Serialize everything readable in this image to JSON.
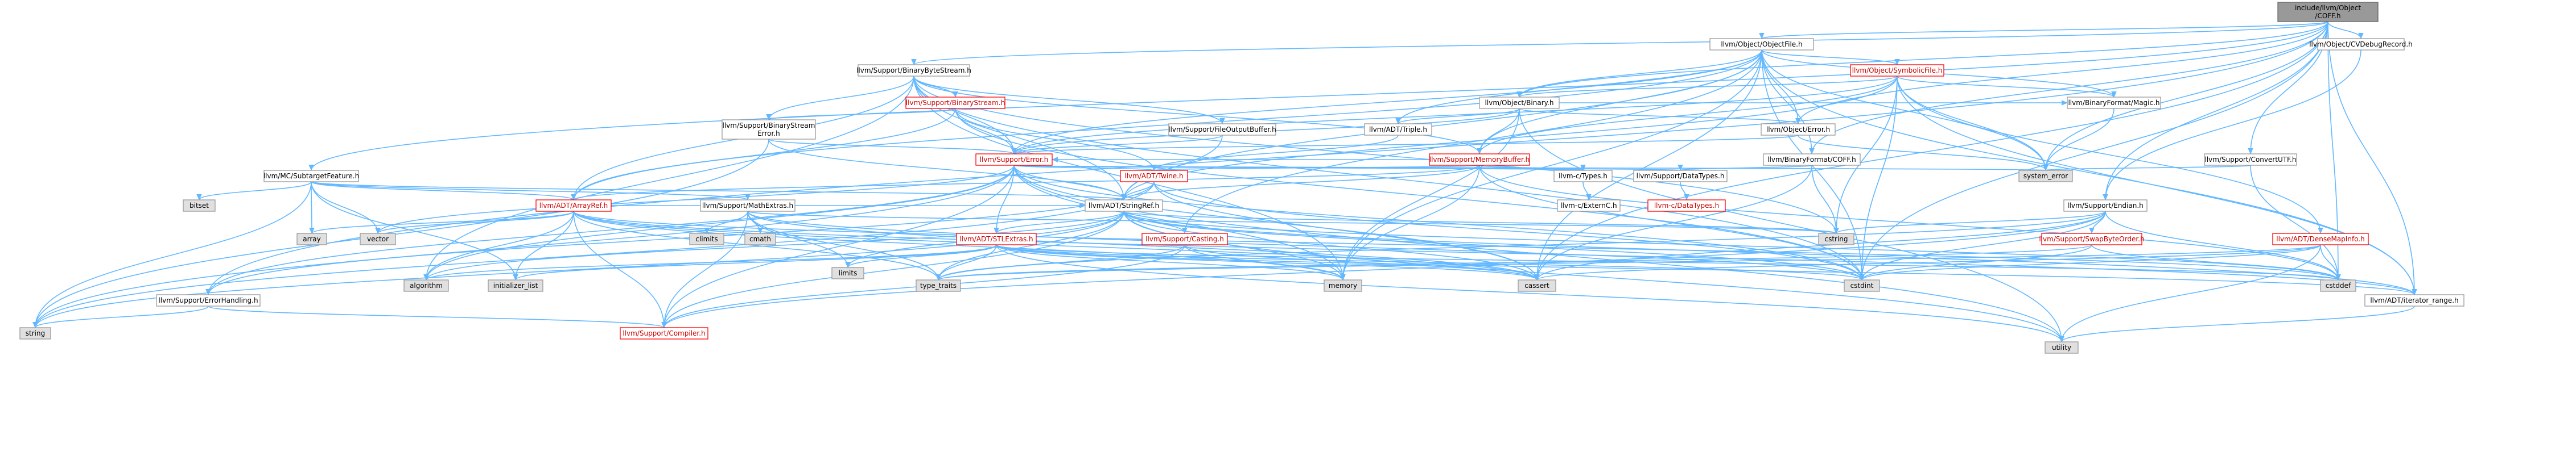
{
  "diagram": {
    "type": "include-dependency-graph",
    "nodes": [
      {
        "id": "root",
        "lines": [
          "include/llvm/Object",
          "/COFF.h"
        ],
        "kind": "root"
      },
      {
        "id": "objectfile",
        "lines": [
          "llvm/Object/ObjectFile.h"
        ],
        "kind": "normal"
      },
      {
        "id": "cvdebug",
        "lines": [
          "llvm/Object/CVDebugRecord.h"
        ],
        "kind": "normal"
      },
      {
        "id": "binbytestream",
        "lines": [
          "llvm/Support/BinaryByteStream.h"
        ],
        "kind": "normal"
      },
      {
        "id": "symbolicfile",
        "lines": [
          "llvm/Object/SymbolicFile.h"
        ],
        "kind": "red"
      },
      {
        "id": "binarystream",
        "lines": [
          "llvm/Support/BinaryStream.h"
        ],
        "kind": "red"
      },
      {
        "id": "objbinary",
        "lines": [
          "llvm/Object/Binary.h"
        ],
        "kind": "normal"
      },
      {
        "id": "bfmagic",
        "lines": [
          "llvm/BinaryFormat/Magic.h"
        ],
        "kind": "normal"
      },
      {
        "id": "bserror",
        "lines": [
          "llvm/Support/BinaryStream",
          "Error.h"
        ],
        "kind": "normal"
      },
      {
        "id": "fileoutbuf",
        "lines": [
          "llvm/Support/FileOutputBuffer.h"
        ],
        "kind": "normal"
      },
      {
        "id": "triple",
        "lines": [
          "llvm/ADT/Triple.h"
        ],
        "kind": "normal"
      },
      {
        "id": "objerror",
        "lines": [
          "llvm/Object/Error.h"
        ],
        "kind": "normal"
      },
      {
        "id": "convertutf",
        "lines": [
          "llvm/Support/ConvertUTF.h"
        ],
        "kind": "normal"
      },
      {
        "id": "suppError",
        "lines": [
          "llvm/Support/Error.h"
        ],
        "kind": "red"
      },
      {
        "id": "membuf",
        "lines": [
          "llvm/Support/MemoryBuffer.h"
        ],
        "kind": "red"
      },
      {
        "id": "bfcoff",
        "lines": [
          "llvm/BinaryFormat/COFF.h"
        ],
        "kind": "normal"
      },
      {
        "id": "mcsubtarget",
        "lines": [
          "llvm/MC/SubtargetFeature.h"
        ],
        "kind": "normal"
      },
      {
        "id": "twine",
        "lines": [
          "llvm/ADT/Twine.h"
        ],
        "kind": "red"
      },
      {
        "id": "ctypes",
        "lines": [
          "llvm-c/Types.h"
        ],
        "kind": "normal"
      },
      {
        "id": "datatypes",
        "lines": [
          "llvm/Support/DataTypes.h"
        ],
        "kind": "normal"
      },
      {
        "id": "syserror",
        "lines": [
          "system_error"
        ],
        "kind": "gray"
      },
      {
        "id": "bitset",
        "lines": [
          "bitset"
        ],
        "kind": "gray"
      },
      {
        "id": "arrayref",
        "lines": [
          "llvm/ADT/ArrayRef.h"
        ],
        "kind": "red"
      },
      {
        "id": "mathextras",
        "lines": [
          "llvm/Support/MathExtras.h"
        ],
        "kind": "normal"
      },
      {
        "id": "stringref",
        "lines": [
          "llvm/ADT/StringRef.h"
        ],
        "kind": "normal"
      },
      {
        "id": "externc",
        "lines": [
          "llvm-c/ExternC.h"
        ],
        "kind": "normal"
      },
      {
        "id": "cdatatypes",
        "lines": [
          "llvm-c/DataTypes.h"
        ],
        "kind": "red"
      },
      {
        "id": "endian",
        "lines": [
          "llvm/Support/Endian.h"
        ],
        "kind": "normal"
      },
      {
        "id": "array",
        "lines": [
          "array"
        ],
        "kind": "gray"
      },
      {
        "id": "vector",
        "lines": [
          "vector"
        ],
        "kind": "gray"
      },
      {
        "id": "climits",
        "lines": [
          "climits"
        ],
        "kind": "gray"
      },
      {
        "id": "cmath",
        "lines": [
          "cmath"
        ],
        "kind": "gray"
      },
      {
        "id": "stlextras",
        "lines": [
          "llvm/ADT/STLExtras.h"
        ],
        "kind": "red"
      },
      {
        "id": "casting",
        "lines": [
          "llvm/Support/Casting.h"
        ],
        "kind": "red"
      },
      {
        "id": "cstring",
        "lines": [
          "cstring"
        ],
        "kind": "gray"
      },
      {
        "id": "swapbyte",
        "lines": [
          "llvm/Support/SwapByteOrder.h"
        ],
        "kind": "red"
      },
      {
        "id": "densemapinfo",
        "lines": [
          "llvm/ADT/DenseMapInfo.h"
        ],
        "kind": "red"
      },
      {
        "id": "limits",
        "lines": [
          "limits"
        ],
        "kind": "gray"
      },
      {
        "id": "algorithm",
        "lines": [
          "algorithm"
        ],
        "kind": "gray"
      },
      {
        "id": "initlist",
        "lines": [
          "initializer_list"
        ],
        "kind": "gray"
      },
      {
        "id": "typetraits",
        "lines": [
          "type_traits"
        ],
        "kind": "gray"
      },
      {
        "id": "memory",
        "lines": [
          "memory"
        ],
        "kind": "gray"
      },
      {
        "id": "cassert",
        "lines": [
          "cassert"
        ],
        "kind": "gray"
      },
      {
        "id": "cstdint",
        "lines": [
          "cstdint"
        ],
        "kind": "gray"
      },
      {
        "id": "cstddef",
        "lines": [
          "cstddef"
        ],
        "kind": "gray"
      },
      {
        "id": "iterrange",
        "lines": [
          "llvm/ADT/iterator_range.h"
        ],
        "kind": "normal"
      },
      {
        "id": "errhandling",
        "lines": [
          "llvm/Support/ErrorHandling.h"
        ],
        "kind": "normal"
      },
      {
        "id": "string",
        "lines": [
          "string"
        ],
        "kind": "gray"
      },
      {
        "id": "compiler",
        "lines": [
          "llvm/Support/Compiler.h"
        ],
        "kind": "red"
      },
      {
        "id": "utility",
        "lines": [
          "utility"
        ],
        "kind": "gray"
      }
    ],
    "edges": [
      [
        "root",
        "objectfile"
      ],
      [
        "root",
        "cvdebug"
      ],
      [
        "root",
        "binbytestream"
      ],
      [
        "root",
        "objerror"
      ],
      [
        "root",
        "convertutf"
      ],
      [
        "root",
        "bfcoff"
      ],
      [
        "root",
        "mcsubtarget"
      ],
      [
        "root",
        "endian"
      ],
      [
        "root",
        "errhandling"
      ],
      [
        "root",
        "iterrange"
      ],
      [
        "root",
        "cstddef"
      ],
      [
        "root",
        "cstdint"
      ],
      [
        "root",
        "syserror"
      ],
      [
        "root",
        "objbinary"
      ],
      [
        "root",
        "cassert"
      ],
      [
        "objectfile",
        "symbolicfile"
      ],
      [
        "objectfile",
        "objbinary"
      ],
      [
        "objectfile",
        "bfmagic"
      ],
      [
        "objectfile",
        "objerror"
      ],
      [
        "objectfile",
        "triple"
      ],
      [
        "objectfile",
        "suppError"
      ],
      [
        "objectfile",
        "membuf"
      ],
      [
        "objectfile",
        "stringref"
      ],
      [
        "objectfile",
        "arrayref"
      ],
      [
        "objectfile",
        "bfcoff"
      ],
      [
        "objectfile",
        "casting"
      ],
      [
        "objectfile",
        "iterrange"
      ],
      [
        "objectfile",
        "cassert"
      ],
      [
        "objectfile",
        "cstdint"
      ],
      [
        "objectfile",
        "memory"
      ],
      [
        "objectfile",
        "syserror"
      ],
      [
        "cvdebug",
        "endian"
      ],
      [
        "binbytestream",
        "binarystream"
      ],
      [
        "binbytestream",
        "bserror"
      ],
      [
        "binbytestream",
        "fileoutbuf"
      ],
      [
        "binbytestream",
        "suppError"
      ],
      [
        "binbytestream",
        "membuf"
      ],
      [
        "binbytestream",
        "arrayref"
      ],
      [
        "binbytestream",
        "stringref"
      ],
      [
        "binbytestream",
        "cstdint"
      ],
      [
        "binbytestream",
        "cstring"
      ],
      [
        "binbytestream",
        "memory"
      ],
      [
        "binbytestream",
        "algorithm"
      ],
      [
        "symbolicfile",
        "objbinary"
      ],
      [
        "symbolicfile",
        "bfmagic"
      ],
      [
        "symbolicfile",
        "suppError"
      ],
      [
        "symbolicfile",
        "membuf"
      ],
      [
        "symbolicfile",
        "densemapinfo"
      ],
      [
        "symbolicfile",
        "iterrange"
      ],
      [
        "symbolicfile",
        "format"
      ],
      [
        "symbolicfile",
        "cstdint"
      ],
      [
        "symbolicfile",
        "cstring"
      ],
      [
        "symbolicfile",
        "syserror"
      ],
      [
        "symbolicfile",
        "stringref"
      ],
      [
        "binarystream",
        "bserror"
      ],
      [
        "binarystream",
        "suppError"
      ],
      [
        "binarystream",
        "arrayref"
      ],
      [
        "binarystream",
        "twine"
      ],
      [
        "binarystream",
        "cstdint"
      ],
      [
        "objbinary",
        "bfmagic"
      ],
      [
        "objbinary",
        "triple"
      ],
      [
        "objbinary",
        "objerror"
      ],
      [
        "objbinary",
        "suppError"
      ],
      [
        "objbinary",
        "membuf"
      ],
      [
        "objbinary",
        "memory"
      ],
      [
        "objbinary",
        "utility"
      ],
      [
        "bfmagic",
        "syserror"
      ],
      [
        "bserror",
        "suppError"
      ],
      [
        "bserror",
        "stringref"
      ],
      [
        "bserror",
        "string"
      ],
      [
        "fileoutbuf",
        "suppError"
      ],
      [
        "fileoutbuf",
        "stringref"
      ],
      [
        "triple",
        "twine"
      ],
      [
        "objerror",
        "suppError"
      ],
      [
        "objerror",
        "syserror"
      ],
      [
        "convertutf",
        "syserror"
      ],
      [
        "convertutf",
        "cstddef"
      ],
      [
        "suppError",
        "syserror"
      ],
      [
        "suppError",
        "twine"
      ],
      [
        "suppError",
        "stringref"
      ],
      [
        "suppError",
        "errhandling"
      ],
      [
        "suppError",
        "compiler"
      ],
      [
        "suppError",
        "stlextras"
      ],
      [
        "suppError",
        "algorithm"
      ],
      [
        "suppError",
        "cassert"
      ],
      [
        "suppError",
        "cstdint"
      ],
      [
        "suppError",
        "memory"
      ],
      [
        "suppError",
        "string"
      ],
      [
        "suppError",
        "utility"
      ],
      [
        "suppError",
        "vector"
      ],
      [
        "suppError",
        "ctypes"
      ],
      [
        "suppError",
        "datatypes"
      ],
      [
        "membuf",
        "twine"
      ],
      [
        "membuf",
        "arrayref"
      ],
      [
        "membuf",
        "stringref"
      ],
      [
        "membuf",
        "suppError"
      ],
      [
        "membuf",
        "cstddef"
      ],
      [
        "membuf",
        "cstdint"
      ],
      [
        "membuf",
        "memory"
      ],
      [
        "membuf",
        "ctypes"
      ],
      [
        "bfcoff",
        "datatypes"
      ],
      [
        "bfcoff",
        "cassert"
      ],
      [
        "bfcoff",
        "cstring"
      ],
      [
        "mcsubtarget",
        "arrayref"
      ],
      [
        "mcsubtarget",
        "stringref"
      ],
      [
        "mcsubtarget",
        "mathextras"
      ],
      [
        "mcsubtarget",
        "bitset"
      ],
      [
        "mcsubtarget",
        "array"
      ],
      [
        "mcsubtarget",
        "initlist"
      ],
      [
        "mcsubtarget",
        "string"
      ],
      [
        "mcsubtarget",
        "vector"
      ],
      [
        "twine",
        "stringref"
      ],
      [
        "twine",
        "errhandling"
      ],
      [
        "twine",
        "cassert"
      ],
      [
        "twine",
        "cstdint"
      ],
      [
        "twine",
        "string"
      ],
      [
        "ctypes",
        "externc"
      ],
      [
        "datatypes",
        "cdatatypes"
      ],
      [
        "arrayref",
        "stringref"
      ],
      [
        "arrayref",
        "compiler"
      ],
      [
        "arrayref",
        "algorithm"
      ],
      [
        "arrayref",
        "array"
      ],
      [
        "arrayref",
        "cassert"
      ],
      [
        "arrayref",
        "cstddef"
      ],
      [
        "arrayref",
        "initlist"
      ],
      [
        "arrayref",
        "iterrange"
      ],
      [
        "arrayref",
        "memory"
      ],
      [
        "arrayref",
        "typetraits"
      ],
      [
        "arrayref",
        "vector"
      ],
      [
        "mathextras",
        "compiler"
      ],
      [
        "mathextras",
        "climits"
      ],
      [
        "mathextras",
        "cmath"
      ],
      [
        "mathextras",
        "cstdint"
      ],
      [
        "mathextras",
        "cstring"
      ],
      [
        "mathextras",
        "limits"
      ],
      [
        "mathextras",
        "typetraits"
      ],
      [
        "mathextras",
        "cassert"
      ],
      [
        "stringref",
        "stlextras"
      ],
      [
        "stringref",
        "compiler"
      ],
      [
        "stringref",
        "algorithm"
      ],
      [
        "stringref",
        "cassert"
      ],
      [
        "stringref",
        "cstddef"
      ],
      [
        "stringref",
        "cstring"
      ],
      [
        "stringref",
        "limits"
      ],
      [
        "stringref",
        "string"
      ],
      [
        "stringref",
        "typetraits"
      ],
      [
        "stringref",
        "utility"
      ],
      [
        "stringref",
        "iterrange"
      ],
      [
        "stringref",
        "casting"
      ],
      [
        "stringref",
        "memory"
      ],
      [
        "stringref",
        "cstdint"
      ],
      [
        "endian",
        "compiler"
      ],
      [
        "endian",
        "swapbyte"
      ],
      [
        "endian",
        "cassert"
      ],
      [
        "endian",
        "cstddef"
      ],
      [
        "endian",
        "cstdint"
      ],
      [
        "endian",
        "cstring"
      ],
      [
        "endian",
        "typetraits"
      ],
      [
        "stlextras",
        "iterrange"
      ],
      [
        "stlextras",
        "typetraits"
      ],
      [
        "stlextras",
        "memory"
      ],
      [
        "stlextras",
        "cassert"
      ],
      [
        "stlextras",
        "cstdint"
      ],
      [
        "stlextras",
        "limits"
      ],
      [
        "stlextras",
        "algorithm"
      ],
      [
        "stlextras",
        "initlist"
      ],
      [
        "stlextras",
        "utility"
      ],
      [
        "stlextras",
        "cstddef"
      ],
      [
        "casting",
        "compiler"
      ],
      [
        "casting",
        "cassert"
      ],
      [
        "casting",
        "memory"
      ],
      [
        "casting",
        "typetraits"
      ],
      [
        "swapbyte",
        "cstdint"
      ],
      [
        "swapbyte",
        "typetraits"
      ],
      [
        "swapbyte",
        "cstddef"
      ],
      [
        "densemapinfo",
        "cassert"
      ],
      [
        "densemapinfo",
        "cstddef"
      ],
      [
        "densemapinfo",
        "cstdint"
      ],
      [
        "densemapinfo",
        "utility"
      ],
      [
        "densemapinfo",
        "typetraits"
      ],
      [
        "errhandling",
        "compiler"
      ],
      [
        "errhandling",
        "string"
      ],
      [
        "iterrange",
        "utility"
      ]
    ]
  }
}
